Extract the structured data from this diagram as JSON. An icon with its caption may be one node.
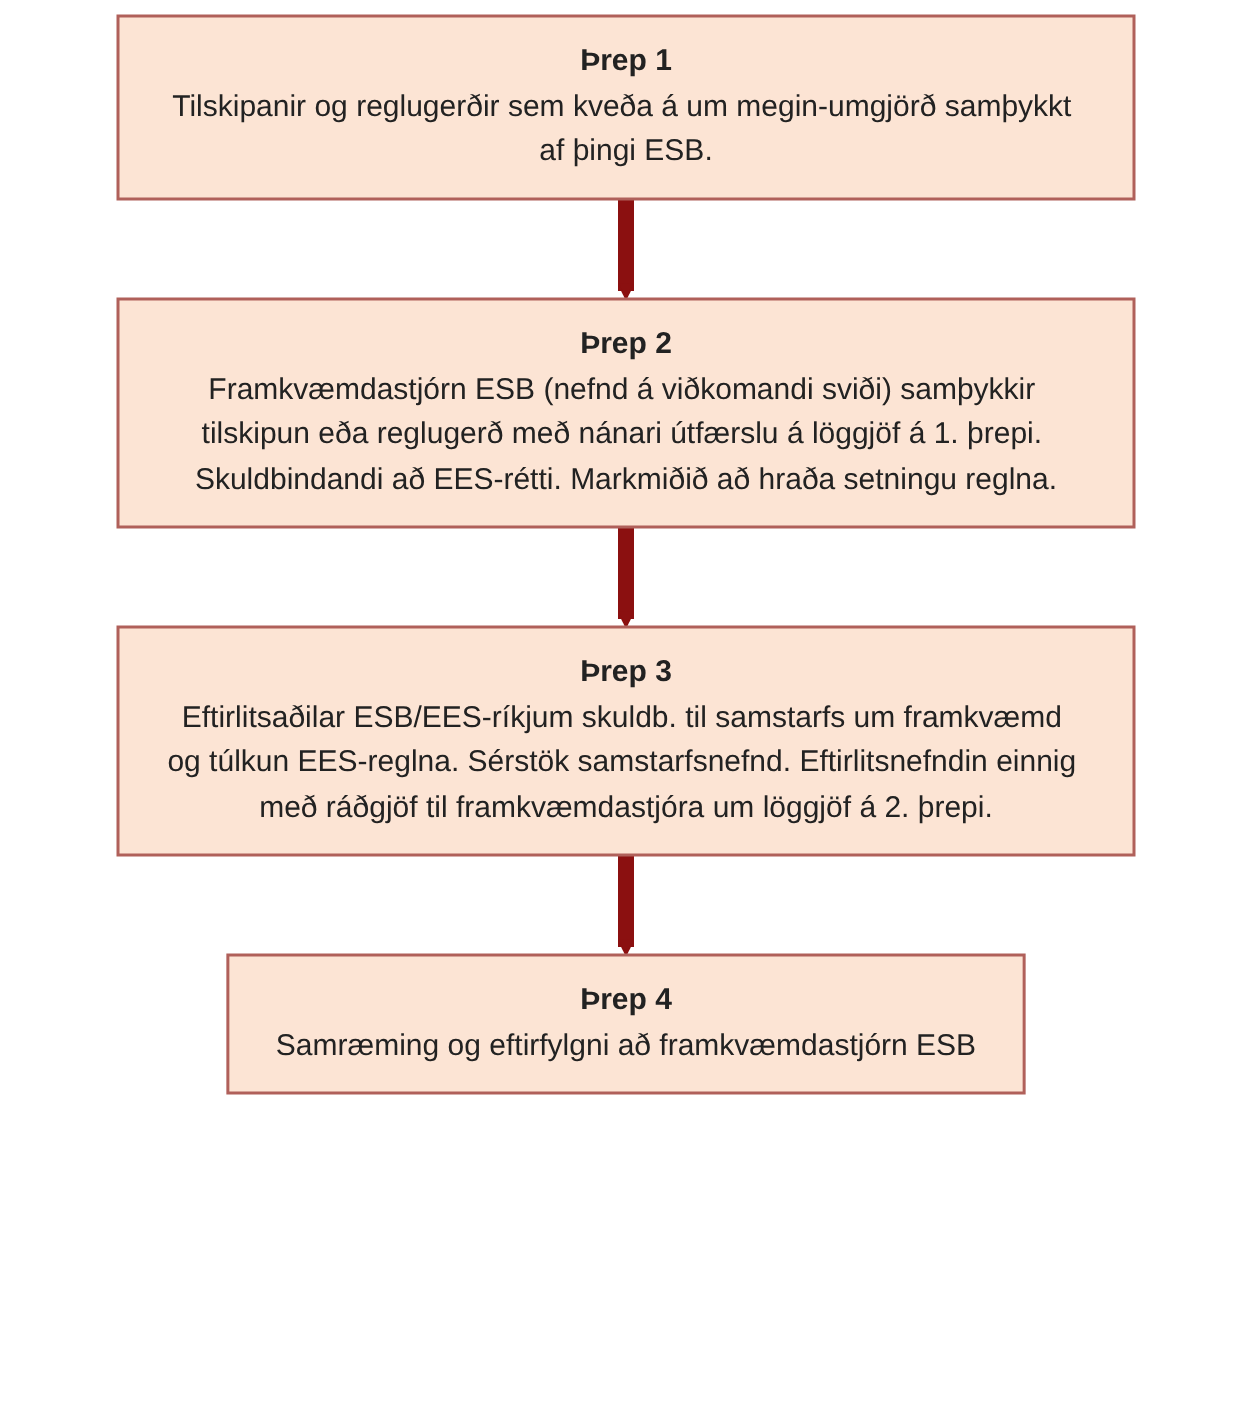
{
  "diagram": {
    "nodes": [
      {
        "text": [
          "Þrep 1",
          "Tilskipanir og reglugerðir sem kveða á um megin-umgjörð samþykkt af þingi ESB."
        ]
      },
      {
        "text": [
          "Þrep 2",
          "Framkvæmdastjórn ESB (nefnd á viðkomandi sviði) samþykkir tilskipun eða reglugerð með nánari útfærslu á löggjöf á 1. þrepi. Skuldbindandi að EES-rétti. Markmiðið að hraða setningu reglna."
        ]
      },
      {
        "text": [
          "Þrep 3",
          "Eftirlitsaðilar ESB/EES-ríkjum skuldb. til samstarfs um framkvæmd og túlkun EES-reglna. Sérstök samstarfsnefnd. Eftirlitsnefndin einnig með ráðgjöf til framkvæmdastjóra um löggjöf á 2. þrepi."
        ]
      },
      {
        "text": [
          "Þrep 4",
          "Samræming og eftirfylgni að framkvæmdastjórn ESB"
        ]
      }
    ],
    "edges": [
      {
        "from": 0,
        "to": 1,
        "arrow": "to"
      },
      {
        "from": 1,
        "to": 2,
        "arrow": "to"
      },
      {
        "from": 2,
        "to": 3,
        "arrow": "to"
      }
    ]
  }
}
